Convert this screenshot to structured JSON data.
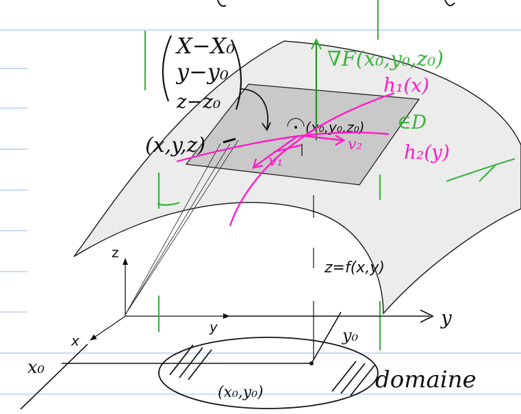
{
  "colors": {
    "background": "#ffffff",
    "ruled_line": "#a7c6ec",
    "surface_fill": "#ececec",
    "tangent_plane_fill": "#c9c9c9",
    "ink_black": "#111111",
    "ink_green": "#3cb43c",
    "ink_magenta": "#ff19c8"
  },
  "typeset_labels": {
    "surface_eq": "z=f(x,y)",
    "point": "(x₀,y₀,z₀)",
    "axis_z": "z",
    "axis_y": "y",
    "axis_x": "x"
  },
  "handwritten": {
    "vector_row1": "X−X₀",
    "vector_row2": "y−y₀",
    "vector_row3": "z−z₀",
    "point_xyz": "(x,y,z)",
    "gradient": "∇F(x₀,y₀,z₀)",
    "h1": "h₁(x)",
    "h2": "h₂(y)",
    "in_D": "∈D",
    "v1": "v₁",
    "v2": "v₂",
    "x0": "x₀",
    "y0": "y₀",
    "y_axis": "y",
    "point_xy": "(x₀,y₀)",
    "domain_word": "domaine"
  }
}
